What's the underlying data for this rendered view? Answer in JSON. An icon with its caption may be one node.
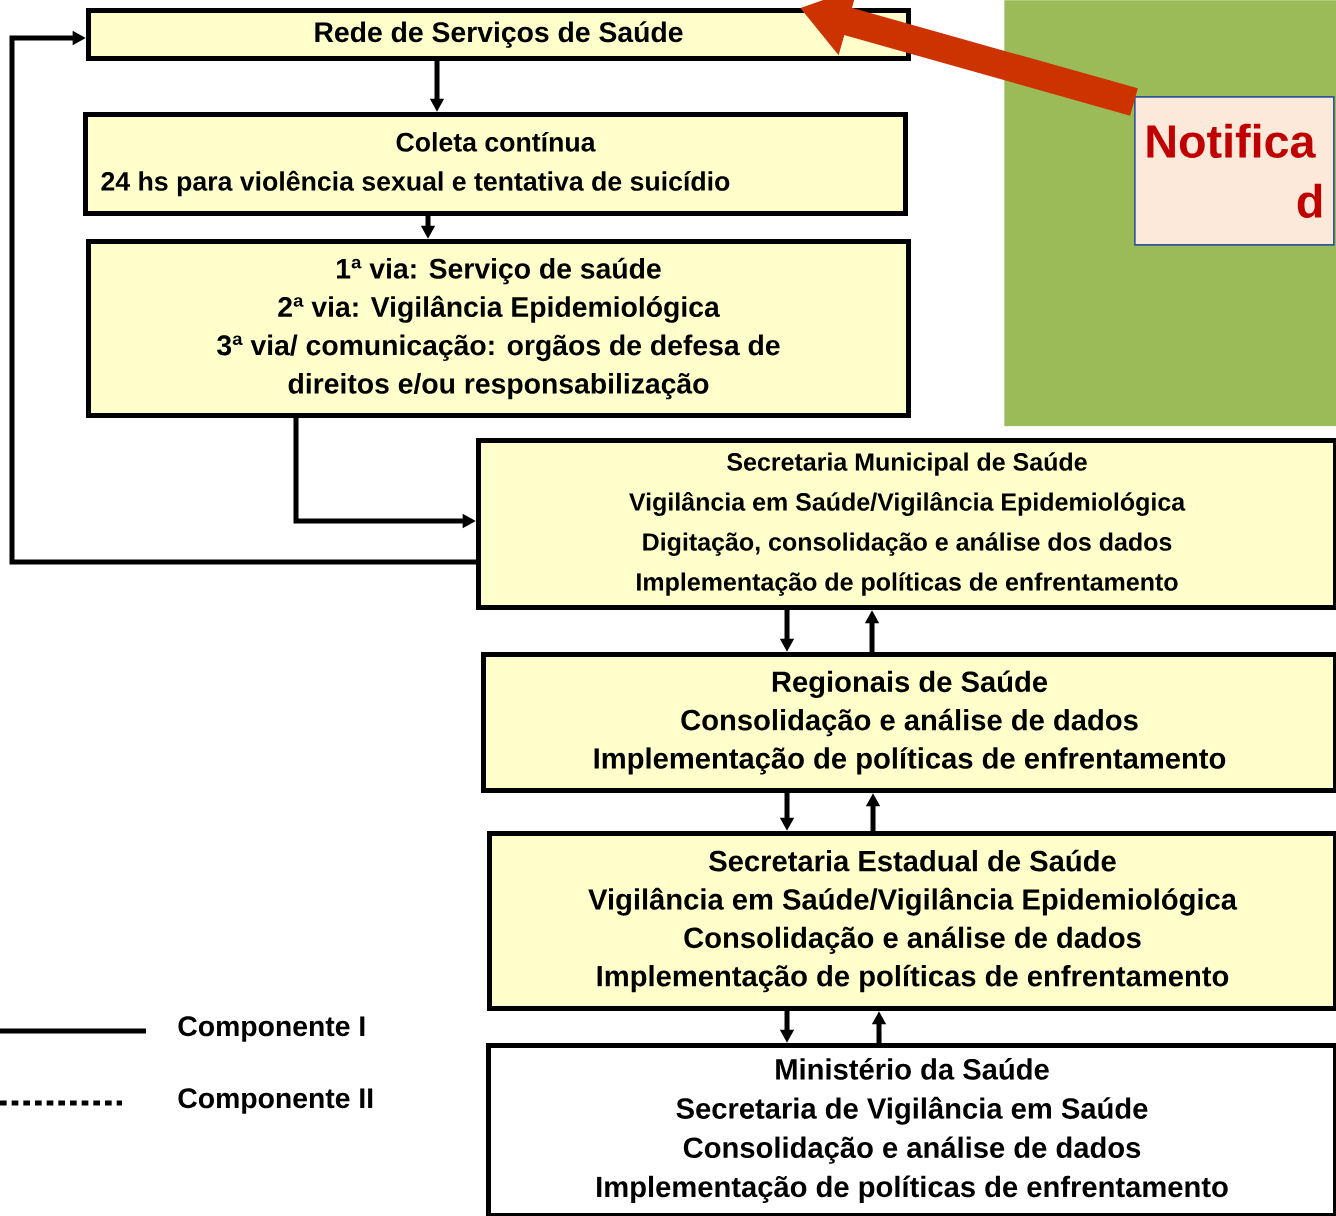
{
  "diagram": {
    "nodes": [
      {
        "text": [],
        "shape": "box"
      },
      {
        "text": [
          "Notifica",
          "d"
        ],
        "in": 0
      },
      {
        "text": [
          "Rede de Serviços de Saúde"
        ]
      },
      {
        "text": [
          "Coleta contínua",
          "24 hs para violência sexual e tentativa de suicídio"
        ]
      },
      {
        "text": [
          "1ª via: Serviço de saúde",
          "2ª via: Vigilância Epidemiológica",
          "3ª via/ comunicação: orgãos de defesa de direitos e/ou responsabilização"
        ]
      },
      {
        "text": [
          "Secretaria Municipal de Saúde",
          "Vigilância em Saúde/Vigilância Epidemiológica",
          "Digitação, consolidação e análise dos dados",
          "Implementação de políticas de enfrentamento"
        ]
      },
      {
        "text": [
          "Regionais de Saúde",
          "Consolidação e análise de dados",
          "Implementação de políticas de enfrentamento"
        ]
      },
      {
        "text": [
          "Secretaria Estadual de Saúde",
          "Vigilância em Saúde/Vigilância Epidemiológica",
          "Consolidação e análise de dados",
          "Implementação de políticas de enfrentamento"
        ]
      },
      {
        "text": [
          "Ministério da Saúde",
          "Secretaria de Vigilância em Saúde",
          "Consolidação e análise de dados",
          "Implementação de políticas de enfrentamento"
        ]
      }
    ],
    "edges": [
      {
        "from": 2,
        "to": 3,
        "arrow": "to"
      },
      {
        "from": 3,
        "to": 4,
        "arrow": "to"
      },
      {
        "from": 4,
        "to": 5,
        "arrow": "to"
      },
      {
        "from": 5,
        "to": 2,
        "arrow": "to"
      },
      {
        "from": 5,
        "to": 6,
        "arrow": "to"
      },
      {
        "from": 6,
        "to": 5,
        "arrow": "to"
      },
      {
        "from": 6,
        "to": 7,
        "arrow": "to"
      },
      {
        "from": 7,
        "to": 6,
        "arrow": "to"
      },
      {
        "from": 7,
        "to": 8,
        "arrow": "to"
      },
      {
        "from": 8,
        "to": 7,
        "arrow": "to"
      },
      {
        "from": 1,
        "to": 2,
        "arrow": "to",
        "style": "thick",
        "color": "#cc3300"
      }
    ],
    "legend": [
      {
        "text": "Componente I"
      },
      {
        "text": "Componente II"
      }
    ]
  }
}
